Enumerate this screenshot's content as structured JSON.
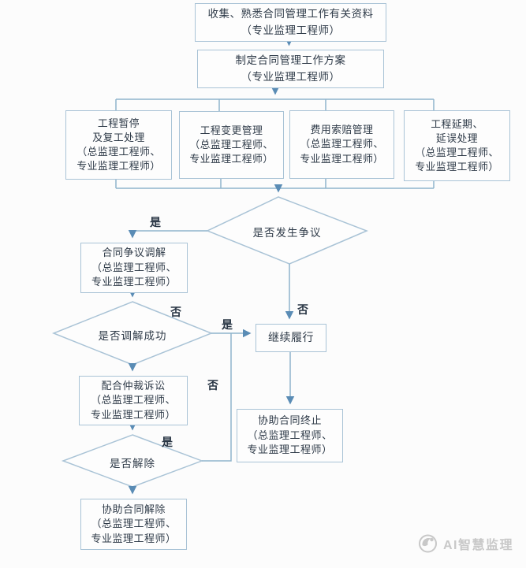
{
  "nodes": {
    "collect": "收集、熟悉合同管理工作有关资料\n（专业监理工程师）",
    "plan": "制定合同管理工作方案\n（专业监理工程师）",
    "suspension": "工程暂停\n及复工处理\n（总监理工程师、\n专业监理工程师）",
    "variation": "工程变更管理\n（总监理工程师、\n专业监理工程师）",
    "claim": "费用索赔管理\n（总监理工程师、\n专业监理工程师）",
    "delay": "工程延期、\n延误处理\n（总监理工程师、\n专业监理工程师）",
    "dispute_q": "是否发生争议",
    "mediate": "合同争议调解\n（总监理工程师、\n专业监理工程师）",
    "mediate_q": "是否调解成功",
    "perform": "继续履行",
    "arbitrate": "配合仲裁诉讼\n（总监理工程师、\n专业监理工程师）",
    "terminate": "协助合同终止\n（总监理工程师、\n专业监理工程师）",
    "rescind_q": "是否解除",
    "rescind": "协助合同解除\n（总监理工程师、\n专业监理工程师）"
  },
  "edge_labels": {
    "dispute_yes": "是",
    "dispute_no": "否",
    "mediate_no": "否",
    "mediate_yes": "是",
    "rescind_no": "否",
    "rescind_yes": "是"
  },
  "watermark": {
    "text": "AI智慧监理"
  },
  "colors": {
    "line": "#8fb3cc",
    "arrow": "#5a8cb5",
    "border": "#a9c3d6",
    "text": "#2e3a48",
    "label": "#273443",
    "watermark": "#c8c8c8",
    "background": "#fcfcfc",
    "nodefill": "#fdfdfd"
  }
}
